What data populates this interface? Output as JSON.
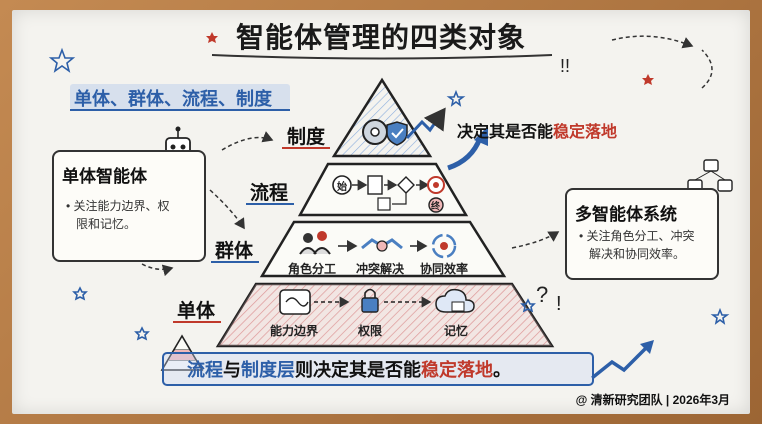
{
  "title": "智能体管理的四类对象",
  "subtitle": "单体、群体、流程、制度",
  "levels": {
    "zhidu": "制度",
    "liucheng": "流程",
    "qunti": "群体",
    "danti": "单体"
  },
  "pyramid_icons": {
    "liucheng_start": "始",
    "liucheng_end": "终"
  },
  "qunti_items": [
    "角色分工",
    "冲突解决",
    "协同效率"
  ],
  "danti_items": [
    "能力边界",
    "权限",
    "记忆"
  ],
  "left_card": {
    "title": "单体智能体",
    "text_line1": "• 关注能力边界、权",
    "text_line2": "限和记忆。"
  },
  "right_card": {
    "title": "多智能体系统",
    "text_line1": "• 关注角色分工、冲突",
    "text_line2": "解决和协同效率。"
  },
  "right_note": {
    "prefix": "决定其是否能",
    "highlight": "稳定落地"
  },
  "bottom": {
    "part1": "流程",
    "part2": "与",
    "part3": "制度层",
    "part4": "则决定其是否能",
    "part5": "稳定落地",
    "part6": "。"
  },
  "credit": "@ 清新研究团队 | 2026年3月",
  "colors": {
    "blue": "#2d5fa8",
    "red": "#c0392b",
    "board": "#f4f3ef",
    "frame": "#b07a45"
  }
}
